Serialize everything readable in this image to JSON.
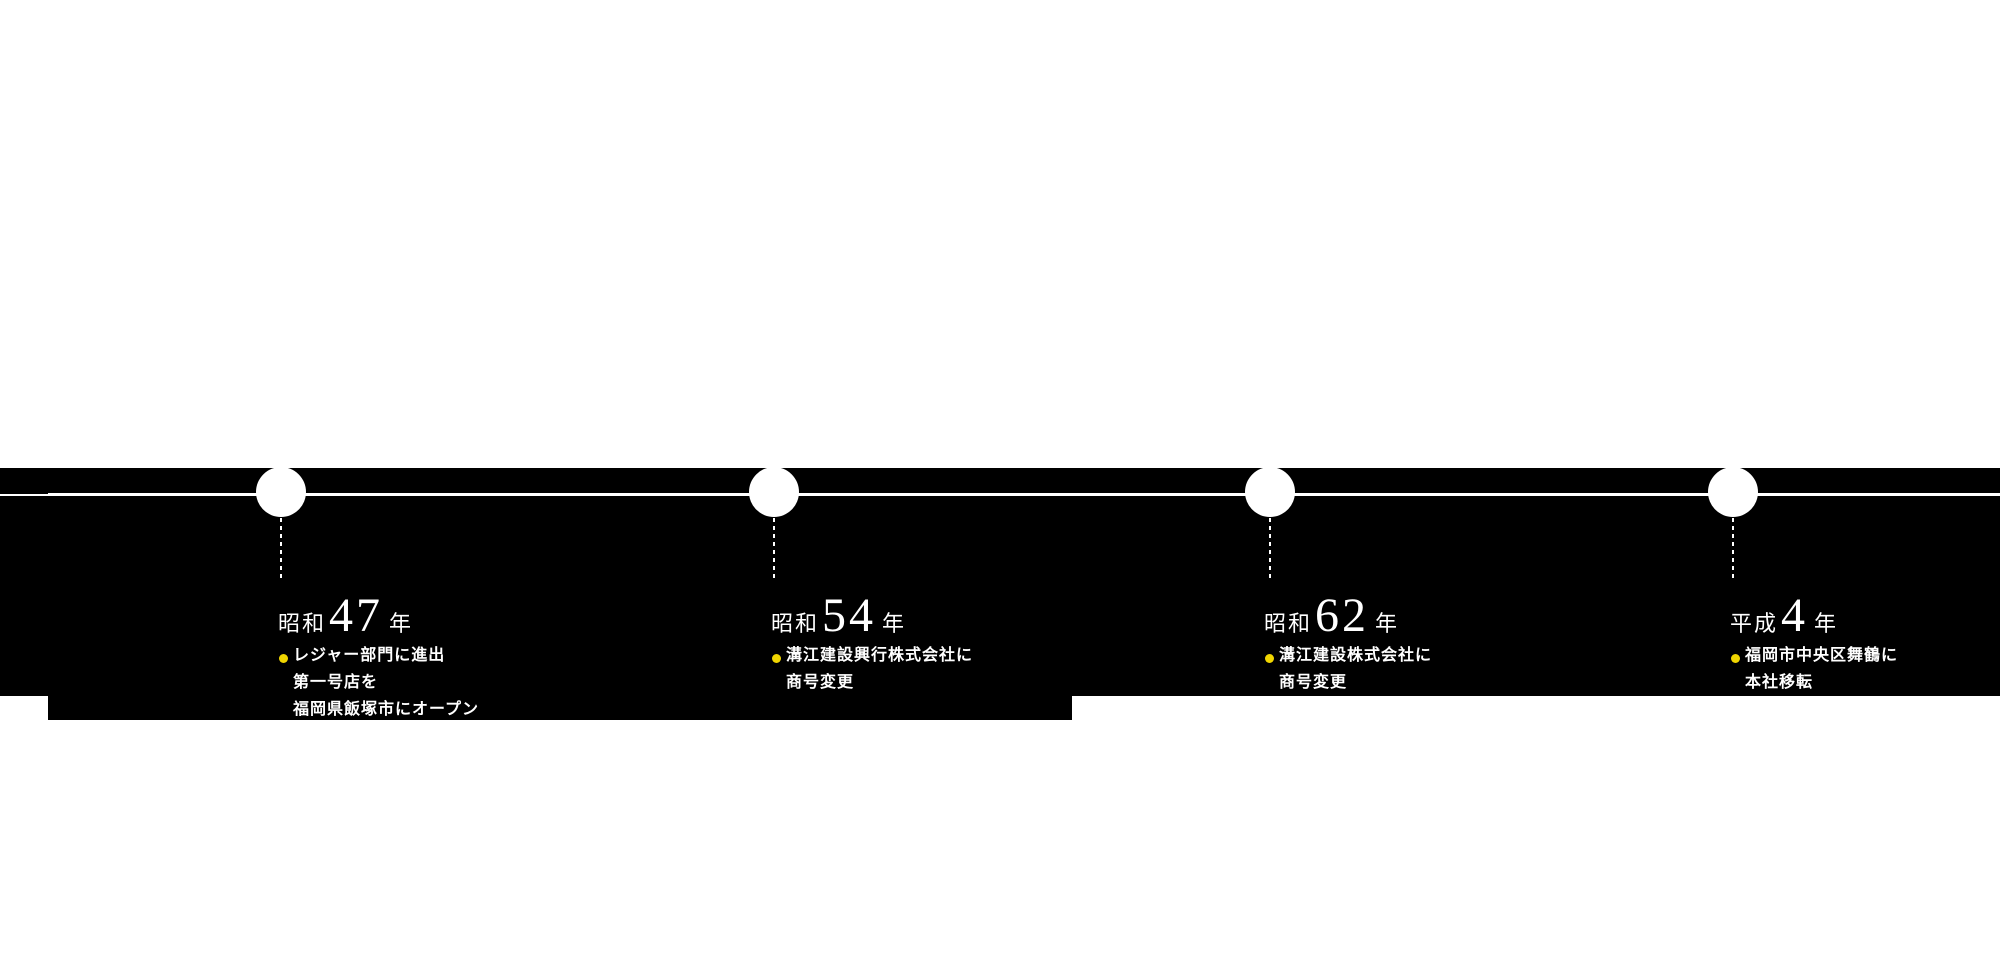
{
  "colors": {
    "band_black": "#000000",
    "rule_white": "#ffffff",
    "node_white": "#ffffff",
    "accent_yellow": "#f0d500",
    "text_white": "#ffffff"
  },
  "timeline": {
    "items": [
      {
        "era_prefix": "昭和",
        "era_number": "47",
        "era_suffix": "年",
        "lines": [
          "レジャー部門に進出",
          "第一号店を",
          "福岡県飯塚市にオープン"
        ]
      },
      {
        "era_prefix": "昭和",
        "era_number": "54",
        "era_suffix": "年",
        "lines": [
          "溝江建設興行株式会社に",
          "商号変更"
        ]
      },
      {
        "era_prefix": "昭和",
        "era_number": "62",
        "era_suffix": "年",
        "lines": [
          "溝江建設株式会社に",
          "商号変更"
        ]
      },
      {
        "era_prefix": "平成",
        "era_number": "4",
        "era_suffix": "年",
        "lines": [
          "福岡市中央区舞鶴に",
          "本社移転"
        ]
      }
    ]
  }
}
